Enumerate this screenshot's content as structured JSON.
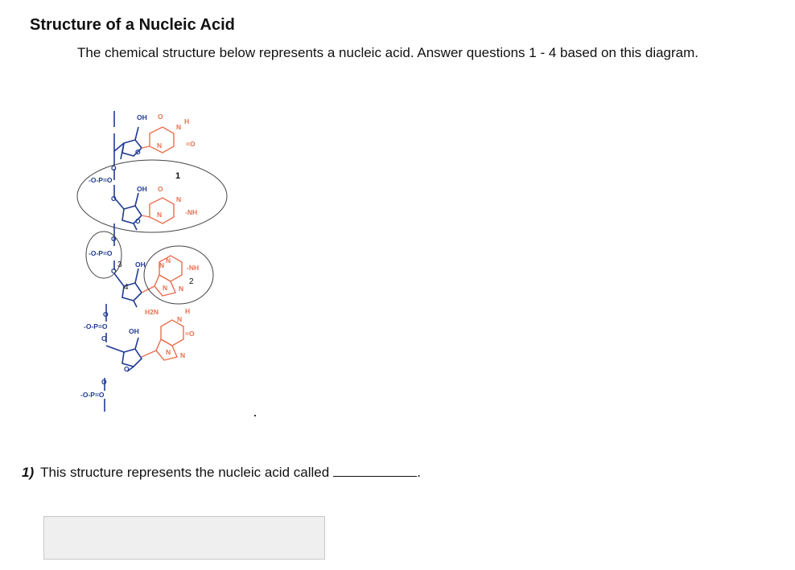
{
  "page": {
    "title": "Structure of a Nucleic Acid",
    "instructions": "The chemical structure below represents a nucleic acid.  Answer questions 1 - 4 based on this diagram."
  },
  "diagram": {
    "colors": {
      "backbone": "#1f3a93",
      "base": "#e8704e",
      "circle": "#444444"
    },
    "labels": {
      "oh": "OH",
      "o": "O",
      "n": "N",
      "h": "H",
      "nh2": "-NH",
      "sub2": "2",
      "h2n": "H",
      "h2n_n": "N",
      "p_group": "-O-P=O",
      "eq_o": "=O",
      "num1": "1",
      "num2": "2",
      "num3": "3",
      "num4": "4"
    }
  },
  "question": {
    "number": "1)",
    "text": "This structure represents the nucleic acid called",
    "suffix": "."
  },
  "answer": {
    "value": ""
  }
}
